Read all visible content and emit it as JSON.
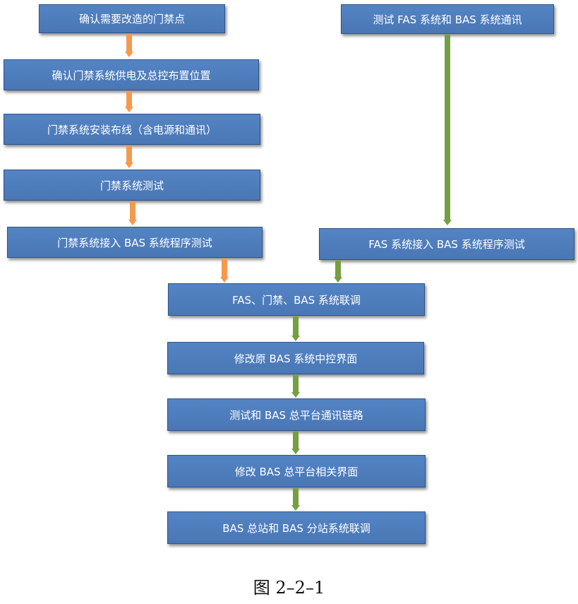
{
  "left_column": {
    "step1": "确认需要改造的门禁点",
    "step2": "确认门禁系统供电及总控布置位置",
    "step3": "门禁系统安装布线（含电源和通讯）",
    "step4": "门禁系统测试",
    "step5": "门禁系统接入 BAS 系统程序测试"
  },
  "right_column": {
    "step1": "测试 FAS 系统和 BAS 系统通讯",
    "step2": "FAS 系统接入 BAS 系统程序测试"
  },
  "center_column": {
    "step1": "FAS、门禁、BAS 系统联调",
    "step2": "修改原 BAS 系统中控界面",
    "step3": "测试和 BAS 总平台通讯链路",
    "step4": "修改 BAS 总平台相关界面",
    "step5": "BAS 总站和 BAS 分站系统联调"
  },
  "colors": {
    "box_fill": "#4f7fbd",
    "box_border": "#2f5486",
    "arrow_orange": "#f39a4e",
    "arrow_green": "#74a03f"
  },
  "caption": "图 2–2–1"
}
